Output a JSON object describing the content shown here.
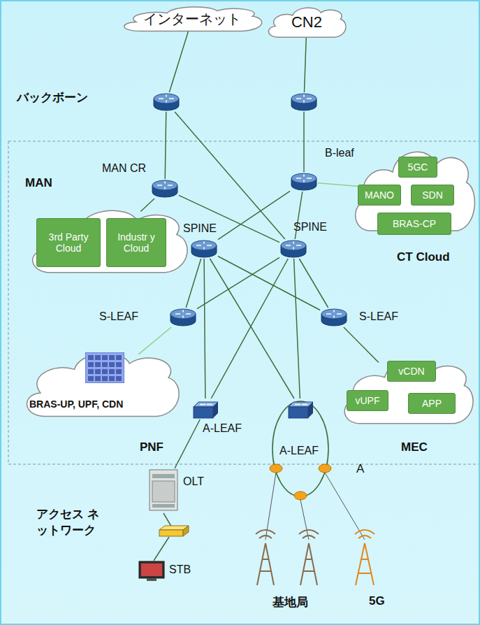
{
  "diagram": {
    "nodes": [
      {
        "text": [
          "インターネット"
        ]
      },
      {
        "text": [
          "CN2"
        ]
      },
      {
        "text": []
      },
      {
        "text": []
      },
      {
        "text": [
          "MAN CR"
        ]
      },
      {
        "text": [
          "B-leaf"
        ]
      },
      {
        "text": [
          "CT Cloud"
        ]
      },
      {
        "text": [
          "5GC"
        ],
        "in": 6
      },
      {
        "text": [
          "MANO"
        ],
        "in": 6
      },
      {
        "text": [
          "SDN"
        ],
        "in": 6
      },
      {
        "text": [
          "BRAS-CP"
        ],
        "in": 6
      },
      {
        "text": []
      },
      {
        "text": [
          "3rd Party Cloud"
        ],
        "in": 11
      },
      {
        "text": [
          "Industr y Cloud"
        ],
        "in": 11
      },
      {
        "text": [
          "SPINE"
        ]
      },
      {
        "text": [
          "SPINE"
        ]
      },
      {
        "text": [
          "S-LEAF"
        ]
      },
      {
        "text": [
          "S-LEAF"
        ]
      },
      {
        "text": [
          "BRAS-UP, UPF, CDN",
          "PNF"
        ]
      },
      {
        "text": [
          "MEC"
        ]
      },
      {
        "text": [
          "vCDN"
        ],
        "in": 19
      },
      {
        "text": [
          "vUPF"
        ],
        "in": 19
      },
      {
        "text": [
          "APP"
        ],
        "in": 19
      },
      {
        "text": [
          "A-LEAF"
        ]
      },
      {
        "text": [
          "A-LEAF"
        ]
      },
      {
        "text": [
          "OLT"
        ]
      },
      {
        "text": [
          "STB"
        ]
      }
    ],
    "edges": [
      {
        "from": 0,
        "to": 2,
        "arrow": "none"
      },
      {
        "from": 1,
        "to": 3,
        "arrow": "none"
      },
      {
        "from": 2,
        "to": 4,
        "arrow": "none"
      },
      {
        "from": 2,
        "to": 15,
        "arrow": "none"
      },
      {
        "from": 3,
        "to": 5,
        "arrow": "none"
      },
      {
        "from": 4,
        "to": 11,
        "arrow": "none"
      },
      {
        "from": 4,
        "to": 15,
        "arrow": "none"
      },
      {
        "from": 5,
        "to": 14,
        "arrow": "none"
      },
      {
        "from": 5,
        "to": 15,
        "arrow": "none"
      },
      {
        "from": 5,
        "to": 6,
        "arrow": "none"
      },
      {
        "from": 14,
        "to": 16,
        "arrow": "none"
      },
      {
        "from": 14,
        "to": 17,
        "arrow": "none"
      },
      {
        "from": 14,
        "to": 23,
        "arrow": "none"
      },
      {
        "from": 14,
        "to": 24,
        "arrow": "none"
      },
      {
        "from": 15,
        "to": 16,
        "arrow": "none"
      },
      {
        "from": 15,
        "to": 17,
        "arrow": "none"
      },
      {
        "from": 15,
        "to": 23,
        "arrow": "none"
      },
      {
        "from": 15,
        "to": 24,
        "arrow": "none"
      },
      {
        "from": 16,
        "to": 18,
        "arrow": "none"
      },
      {
        "from": 17,
        "to": 19,
        "arrow": "none"
      },
      {
        "from": 23,
        "to": 25,
        "arrow": "none"
      }
    ],
    "labels": [
      "バックボーン",
      "MAN",
      "アクセス ネットワーク",
      "A",
      "基地局",
      "5G"
    ]
  }
}
